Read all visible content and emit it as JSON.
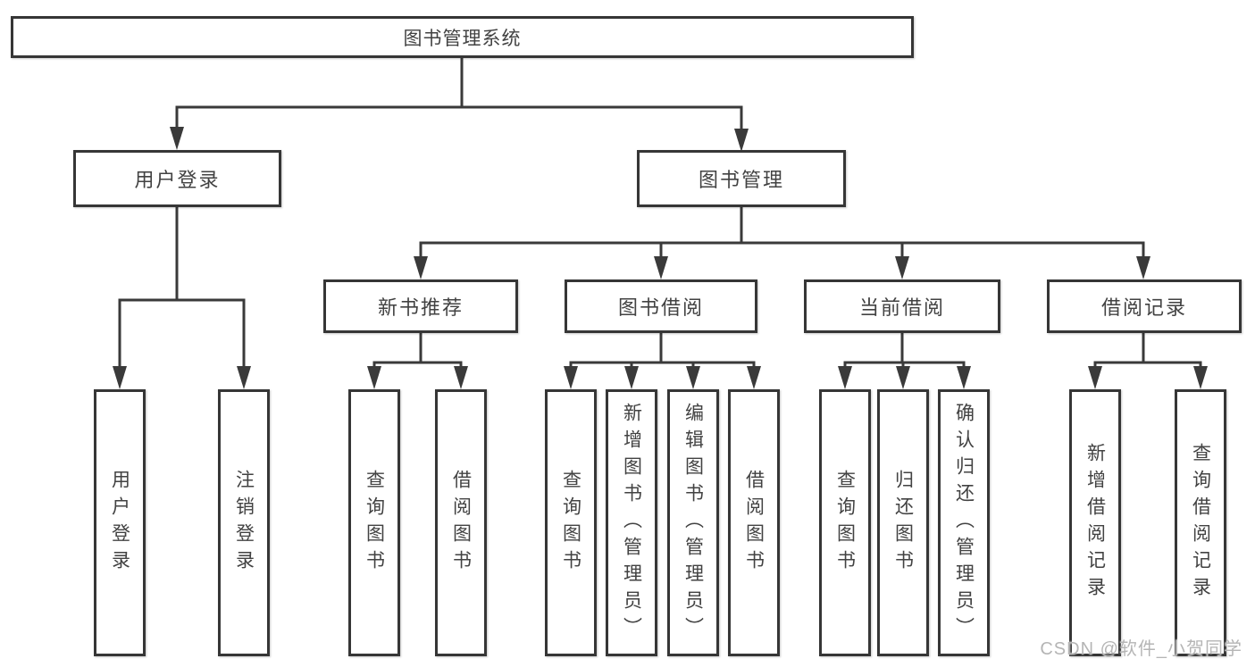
{
  "diagram": {
    "title": "图书管理系统",
    "tree": {
      "root": {
        "label": "图书管理系统"
      },
      "branches": [
        {
          "label": "用户登录",
          "children": [
            {
              "label": "用户登录"
            },
            {
              "label": "注销登录"
            }
          ]
        },
        {
          "label": "图书管理",
          "children": [
            {
              "label": "新书推荐",
              "children": [
                {
                  "label": "查询图书"
                },
                {
                  "label": "借阅图书"
                }
              ]
            },
            {
              "label": "图书借阅",
              "children": [
                {
                  "label": "查询图书"
                },
                {
                  "label": "新增图书（管理员）"
                },
                {
                  "label": "编辑图书（管理员）"
                },
                {
                  "label": "借阅图书"
                }
              ]
            },
            {
              "label": "当前借阅",
              "children": [
                {
                  "label": "查询图书"
                },
                {
                  "label": "归还图书"
                },
                {
                  "label": "确认归还（管理员）"
                }
              ]
            },
            {
              "label": "借阅记录",
              "children": [
                {
                  "label": "新增借阅记录"
                },
                {
                  "label": "查询借阅记录"
                }
              ]
            }
          ]
        }
      ]
    }
  },
  "watermark": {
    "text": "CSDN @软件_小贺同学"
  },
  "colors": {
    "line": "#3a3a3a",
    "box_border": "#363636",
    "text": "#424242",
    "background": "#ffffff",
    "watermark": "#b5b5b5"
  }
}
